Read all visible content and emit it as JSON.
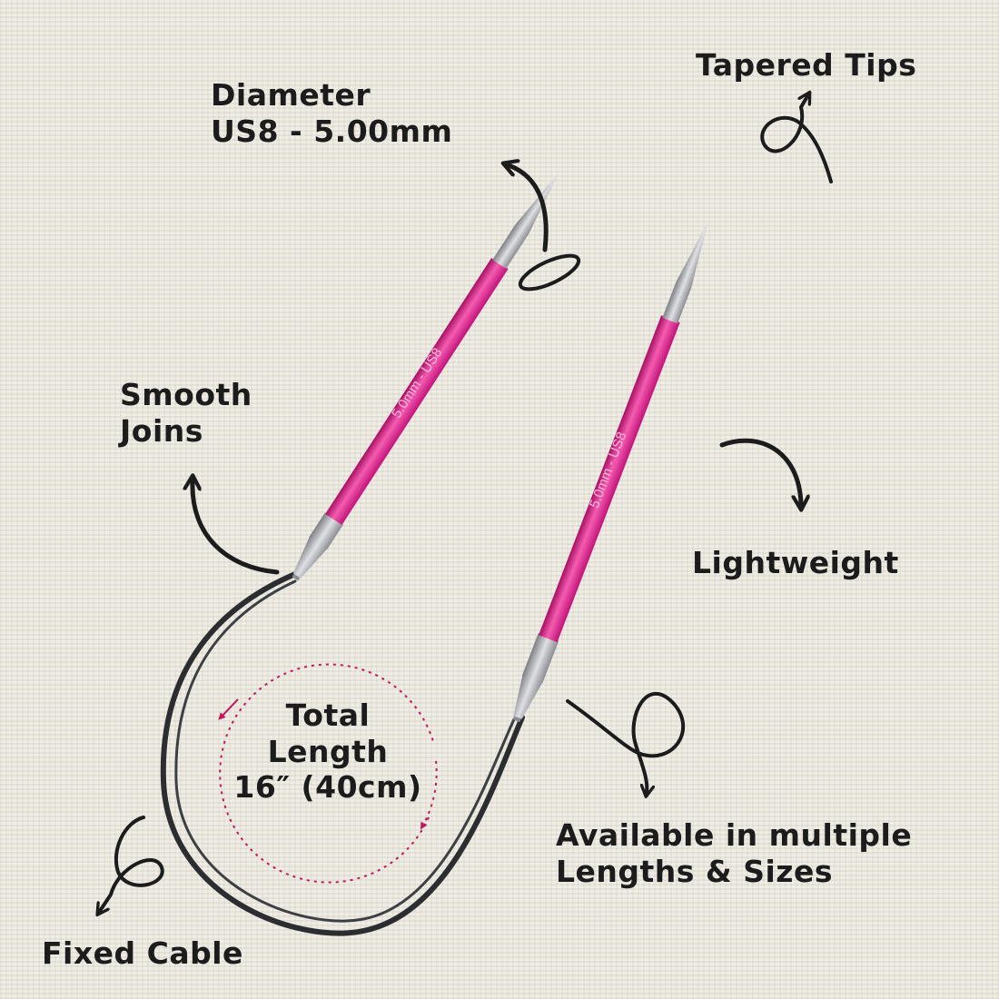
{
  "labels": {
    "diameter": [
      "Diameter",
      "US8 - 5.00mm"
    ],
    "tapered_tips": "Tapered Tips",
    "smooth_joins": [
      "Smooth",
      "Joins"
    ],
    "lightweight": "Lightweight",
    "total_length": [
      "Total",
      "Length",
      "16″ (40cm)"
    ],
    "available": [
      "Available in multiple",
      "Lengths & Sizes"
    ],
    "fixed_cable": "Fixed Cable"
  },
  "needle_imprint": "5.0mm - US8",
  "colors": {
    "needle": "#e0218a",
    "needle_highlight": "#f45cb0",
    "metal": "#a8a9ad",
    "cable": "#2b2d30",
    "ink": "#1c1c1c",
    "dotted_circle": "#c0185e"
  }
}
